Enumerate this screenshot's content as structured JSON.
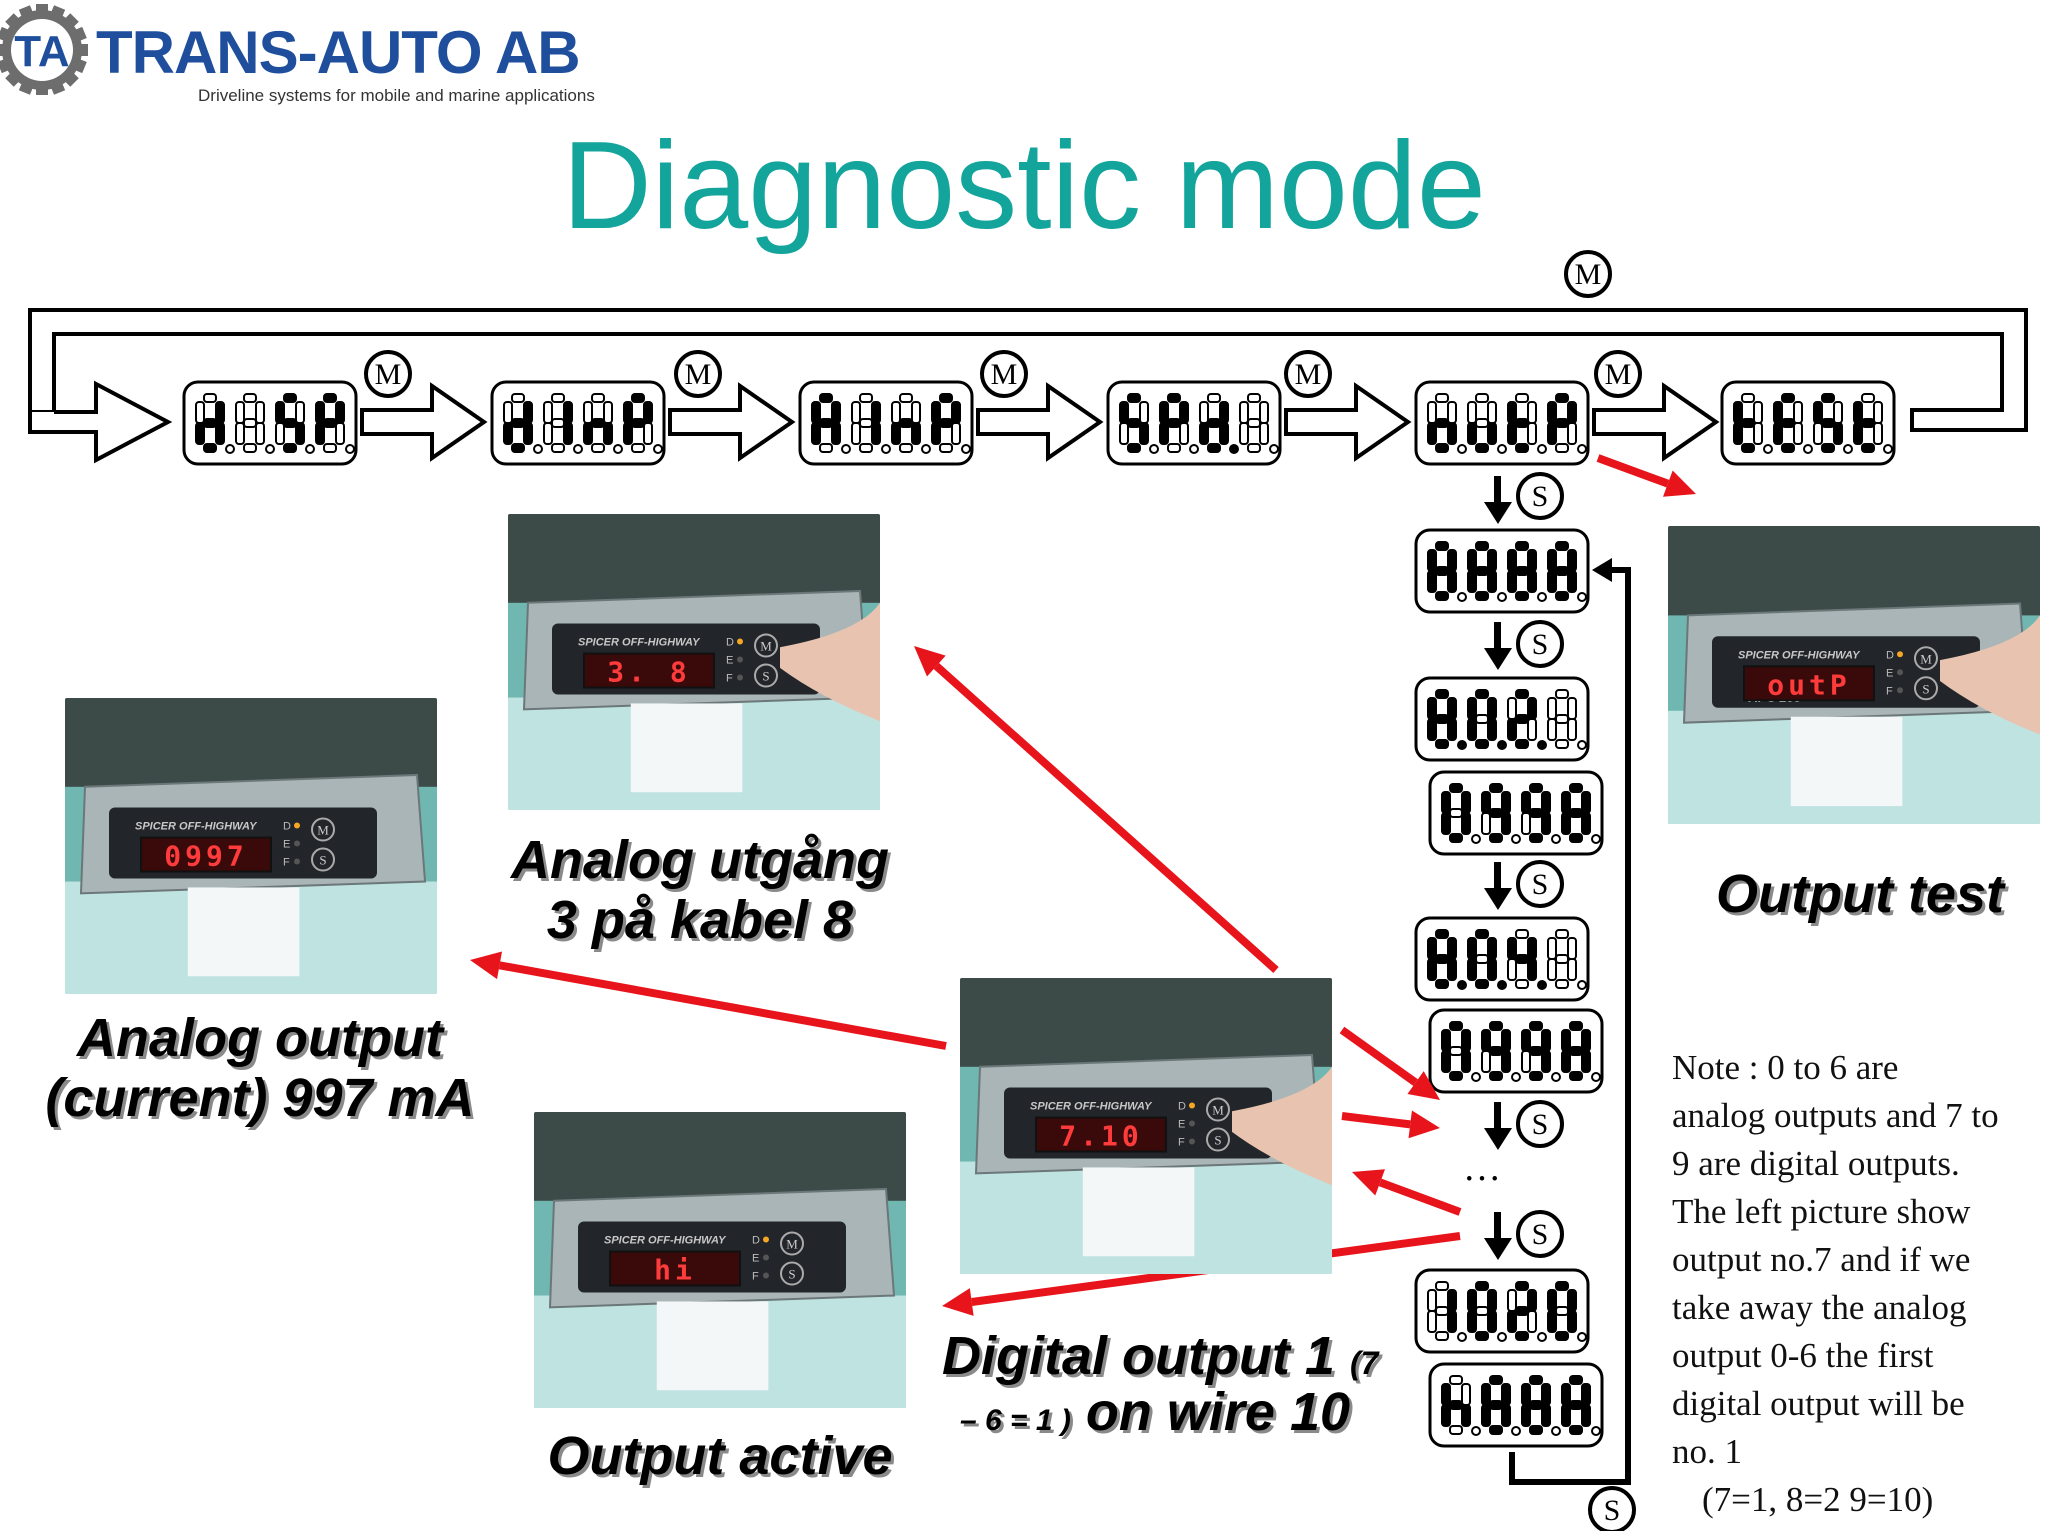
{
  "header": {
    "brand": "TRANS-AUTO AB",
    "logo_text": "TA",
    "tagline": "Driveline systems for mobile and marine applications",
    "title": "Diagnostic mode"
  },
  "colors": {
    "title": "#13a49c",
    "brand": "#1f4f9c",
    "arrow_red": "#e8141b",
    "display_red": "#ff3b3b",
    "photo_bg": "#6fb7b0"
  },
  "buttons": {
    "mode": "M",
    "select": "S"
  },
  "top_row_displays": [
    "diSP",
    "dInP",
    "AInP",
    "SPd.",
    "outP",
    "tESt"
  ],
  "output_column_displays": [
    "8888",
    "8.0.2.",
    "0998",
    "8.0.4.",
    "0998",
    "1020",
    "h888"
  ],
  "ellipsis": "…",
  "device": {
    "brand_label": "SPICER OFF-HIGHWAY",
    "model": "APC 200",
    "led_labels": [
      "D",
      "E",
      "F"
    ]
  },
  "photos": [
    {
      "id": "analog-output",
      "display": "0997"
    },
    {
      "id": "analog-utgang",
      "display": "3.  8"
    },
    {
      "id": "output-test",
      "display": "outP"
    },
    {
      "id": "digital-output",
      "display": "7.10"
    },
    {
      "id": "output-active",
      "display": "hi"
    }
  ],
  "captions": {
    "analog_utgang_1": "Analog utgång",
    "analog_utgang_2": "3 på kabel 8",
    "analog_output_1": "Analog output",
    "analog_output_2": "(current) 997 mA",
    "output_test": "Output test",
    "output_active": "Output active",
    "digital_output_1": "Digital output 1",
    "digital_output_small_1": "(7",
    "digital_output_small_2": "– 6 = 1 )",
    "digital_output_2": "on wire 10"
  },
  "note_lines": [
    "Note :  0 to 6 are",
    "analog outputs and 7 to",
    "9 are digital outputs.",
    "The left picture show",
    "output no.7 and if we",
    "take away the analog",
    "output 0-6 the first",
    "digital output will be",
    "no. 1",
    "(7=1,  8=2  9=10)"
  ]
}
